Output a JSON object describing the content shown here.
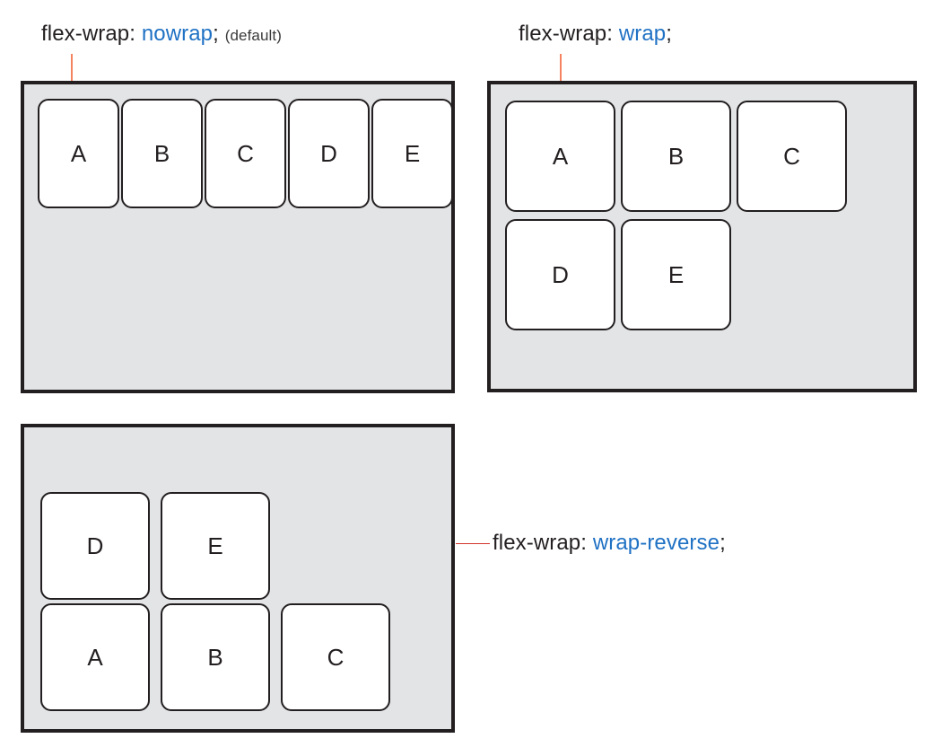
{
  "diagram": {
    "title": "CSS flex-wrap property illustration",
    "background_color": "#ffffff",
    "container_fill": "#e3e4e6",
    "container_border_color": "#231f20",
    "item_fill": "#ffffff",
    "item_border_color": "#231f20",
    "value_color": "#1f71c4",
    "connector_orange": "#f4845f",
    "connector_red": "#d0342c"
  },
  "panels": [
    {
      "id": "nowrap",
      "label": {
        "property": "flex-wrap:",
        "value": "nowrap",
        "semicolon": ";",
        "note": "(default)"
      },
      "connector": "vertical-orange",
      "items": [
        "A",
        "B",
        "C",
        "D",
        "E"
      ],
      "rows": [
        [
          "A",
          "B",
          "C",
          "D",
          "E"
        ]
      ]
    },
    {
      "id": "wrap",
      "label": {
        "property": "flex-wrap:",
        "value": "wrap",
        "semicolon": ";",
        "note": ""
      },
      "connector": "vertical-orange",
      "items": [
        "A",
        "B",
        "C",
        "D",
        "E"
      ],
      "rows": [
        [
          "A",
          "B",
          "C"
        ],
        [
          "D",
          "E"
        ]
      ]
    },
    {
      "id": "wrap-reverse",
      "label": {
        "property": "flex-wrap:",
        "value": "wrap-reverse",
        "semicolon": ";",
        "note": ""
      },
      "connector": "horizontal-red",
      "items": [
        "A",
        "B",
        "C",
        "D",
        "E"
      ],
      "rows": [
        [
          "D",
          "E"
        ],
        [
          "A",
          "B",
          "C"
        ]
      ]
    }
  ]
}
